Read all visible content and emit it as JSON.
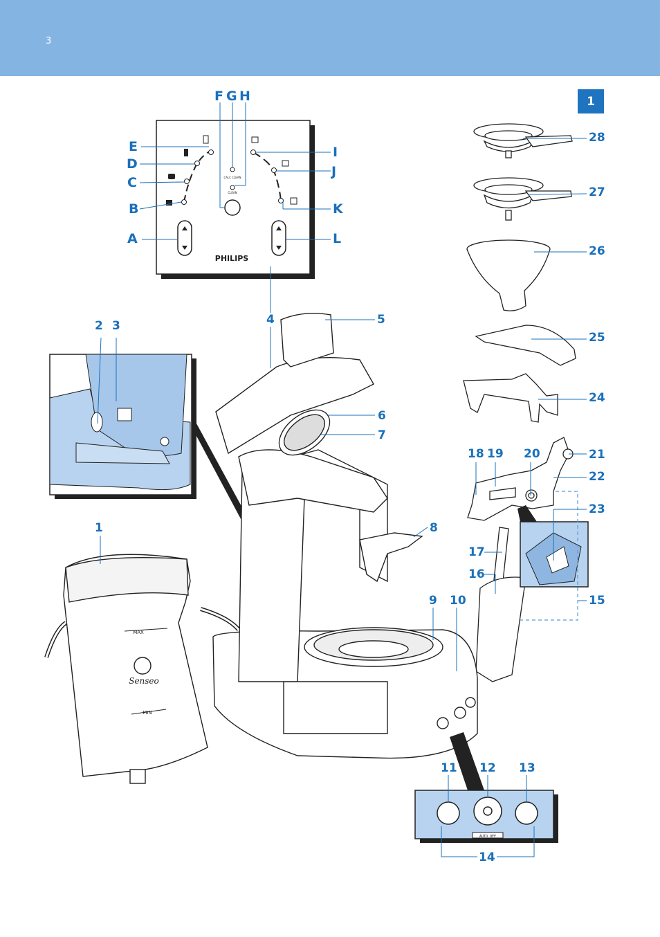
{
  "header": {
    "page_number": "3",
    "background": "#84b4e2"
  },
  "figure": {
    "number": "1",
    "accent": "#1e74bf",
    "label_color": "#1a70bb"
  },
  "control_panel": {
    "brand": "PHILIPS",
    "led_labels": {
      "calc_clean": "CALC CLEAN",
      "clean": "CLEAN"
    },
    "letters": [
      "A",
      "B",
      "C",
      "D",
      "E",
      "F",
      "G",
      "H",
      "I",
      "J",
      "K",
      "L"
    ]
  },
  "button_panel": {
    "auto_off": "AUTO OFF"
  },
  "water_tank": {
    "max": "MAX",
    "min": "MIN",
    "brand": "Senseo"
  },
  "part_numbers": [
    "1",
    "2",
    "3",
    "4",
    "5",
    "6",
    "7",
    "8",
    "9",
    "10",
    "11",
    "12",
    "13",
    "14",
    "15",
    "16",
    "17",
    "18",
    "19",
    "20",
    "21",
    "22",
    "23",
    "24",
    "25",
    "26",
    "27",
    "28"
  ]
}
